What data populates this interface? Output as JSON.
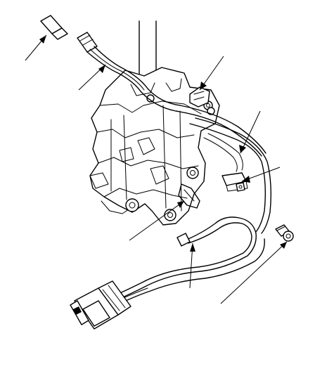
{
  "diagram": {
    "leader_lines": [
      {
        "id": "1"
      },
      {
        "id": "2"
      },
      {
        "id": "3"
      },
      {
        "id": "4"
      },
      {
        "id": "5"
      },
      {
        "id": "6"
      },
      {
        "id": "7"
      },
      {
        "id": "8"
      }
    ]
  }
}
